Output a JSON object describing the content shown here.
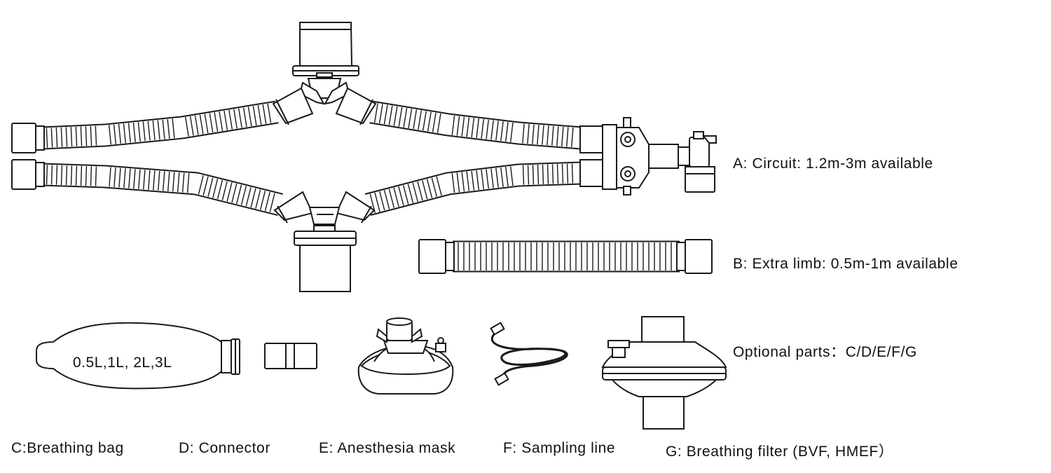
{
  "labels": {
    "a": "A: Circuit: 1.2m-3m available",
    "b": "B: Extra limb: 0.5m-1m available",
    "optional": "Optional parts：C/D/E/F/G",
    "bag_volumes": "0.5L,1L, 2L,3L",
    "c": "C:Breathing bag",
    "d": "D: Connector",
    "e": "E: Anesthesia mask",
    "f": "F: Sampling line",
    "g": "G: Breathing filter (BVF, HMEF）"
  },
  "colors": {
    "line": "#1a1a1a",
    "fill": "#ffffff",
    "background": "#ffffff"
  }
}
